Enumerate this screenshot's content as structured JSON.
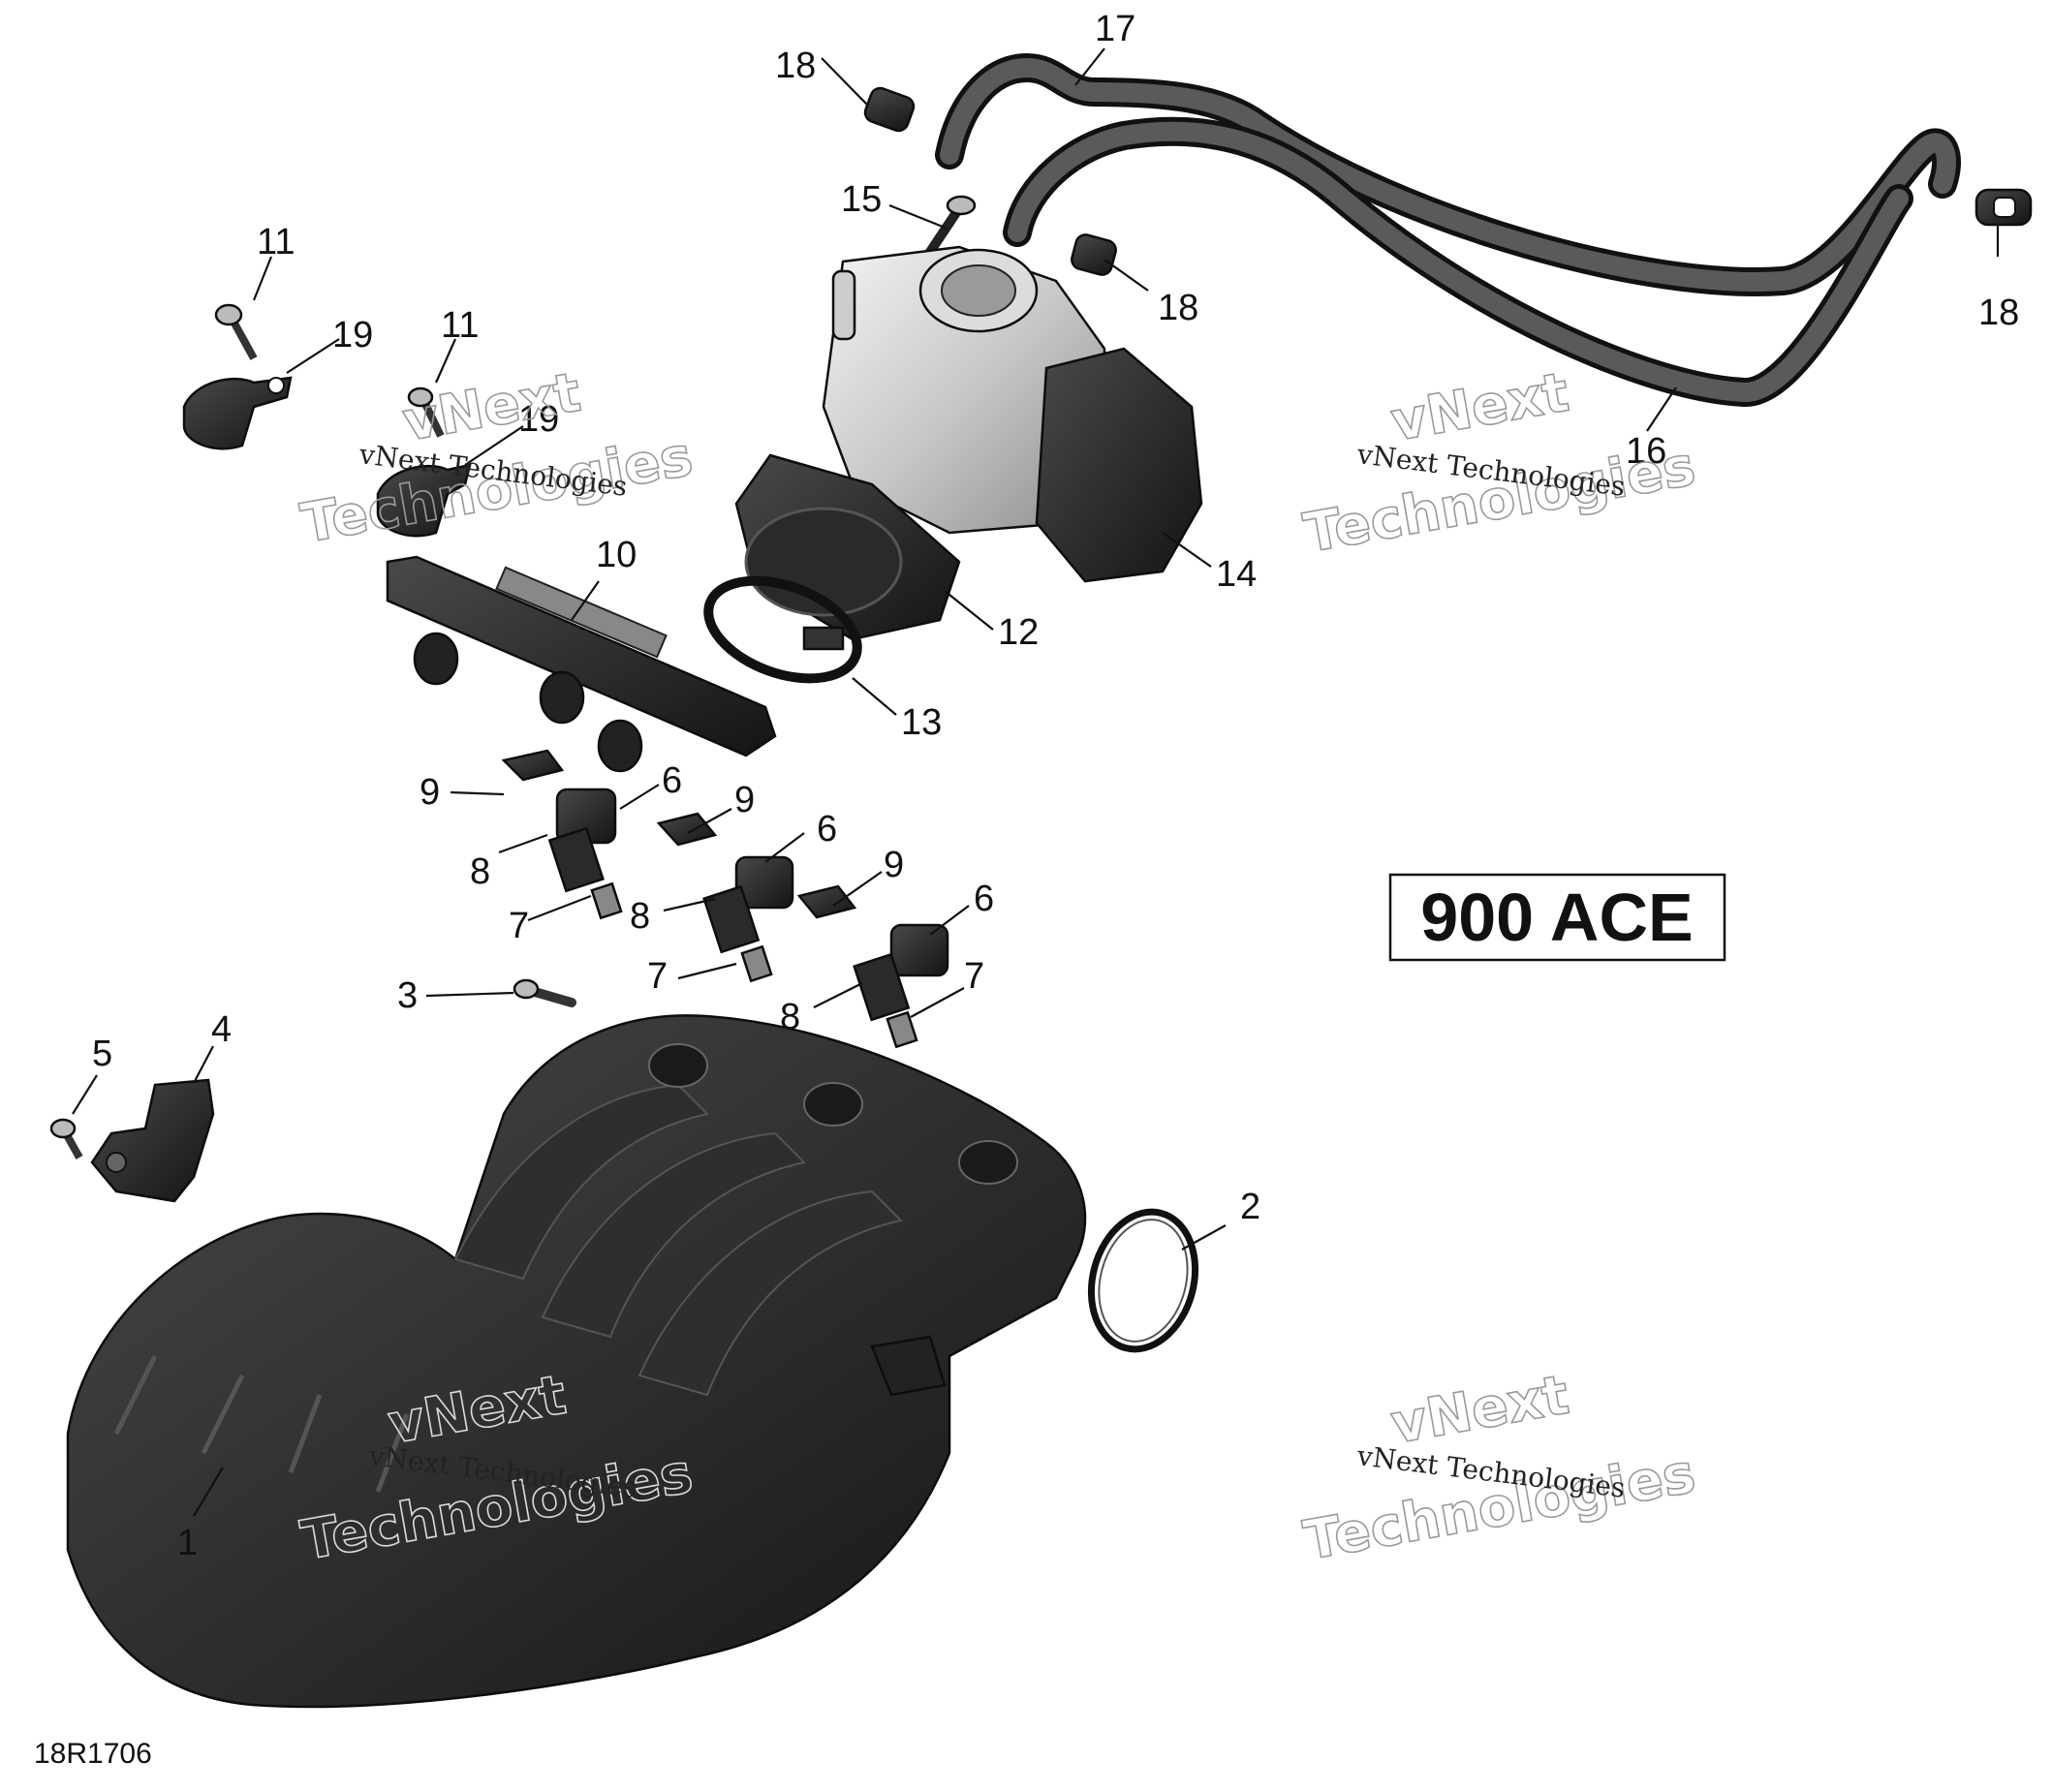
{
  "badge": {
    "label": "900 ACE"
  },
  "drawing_id": "18R1706",
  "watermark": {
    "line1": "vNext",
    "line2": "Technologies",
    "small": "vNext Technologies"
  },
  "callouts": {
    "c1": "1",
    "c2": "2",
    "c3": "3",
    "c4": "4",
    "c5": "5",
    "c6a": "6",
    "c6b": "6",
    "c6c": "6",
    "c7a": "7",
    "c7b": "7",
    "c7c": "7",
    "c8a": "8",
    "c8b": "8",
    "c8c": "8",
    "c9a": "9",
    "c9b": "9",
    "c9c": "9",
    "c10": "10",
    "c11a": "11",
    "c11b": "11",
    "c12": "12",
    "c13": "13",
    "c14": "14",
    "c15": "15",
    "c16": "16",
    "c17": "17",
    "c18a": "18",
    "c18b": "18",
    "c18c": "18",
    "c19a": "19",
    "c19b": "19"
  }
}
